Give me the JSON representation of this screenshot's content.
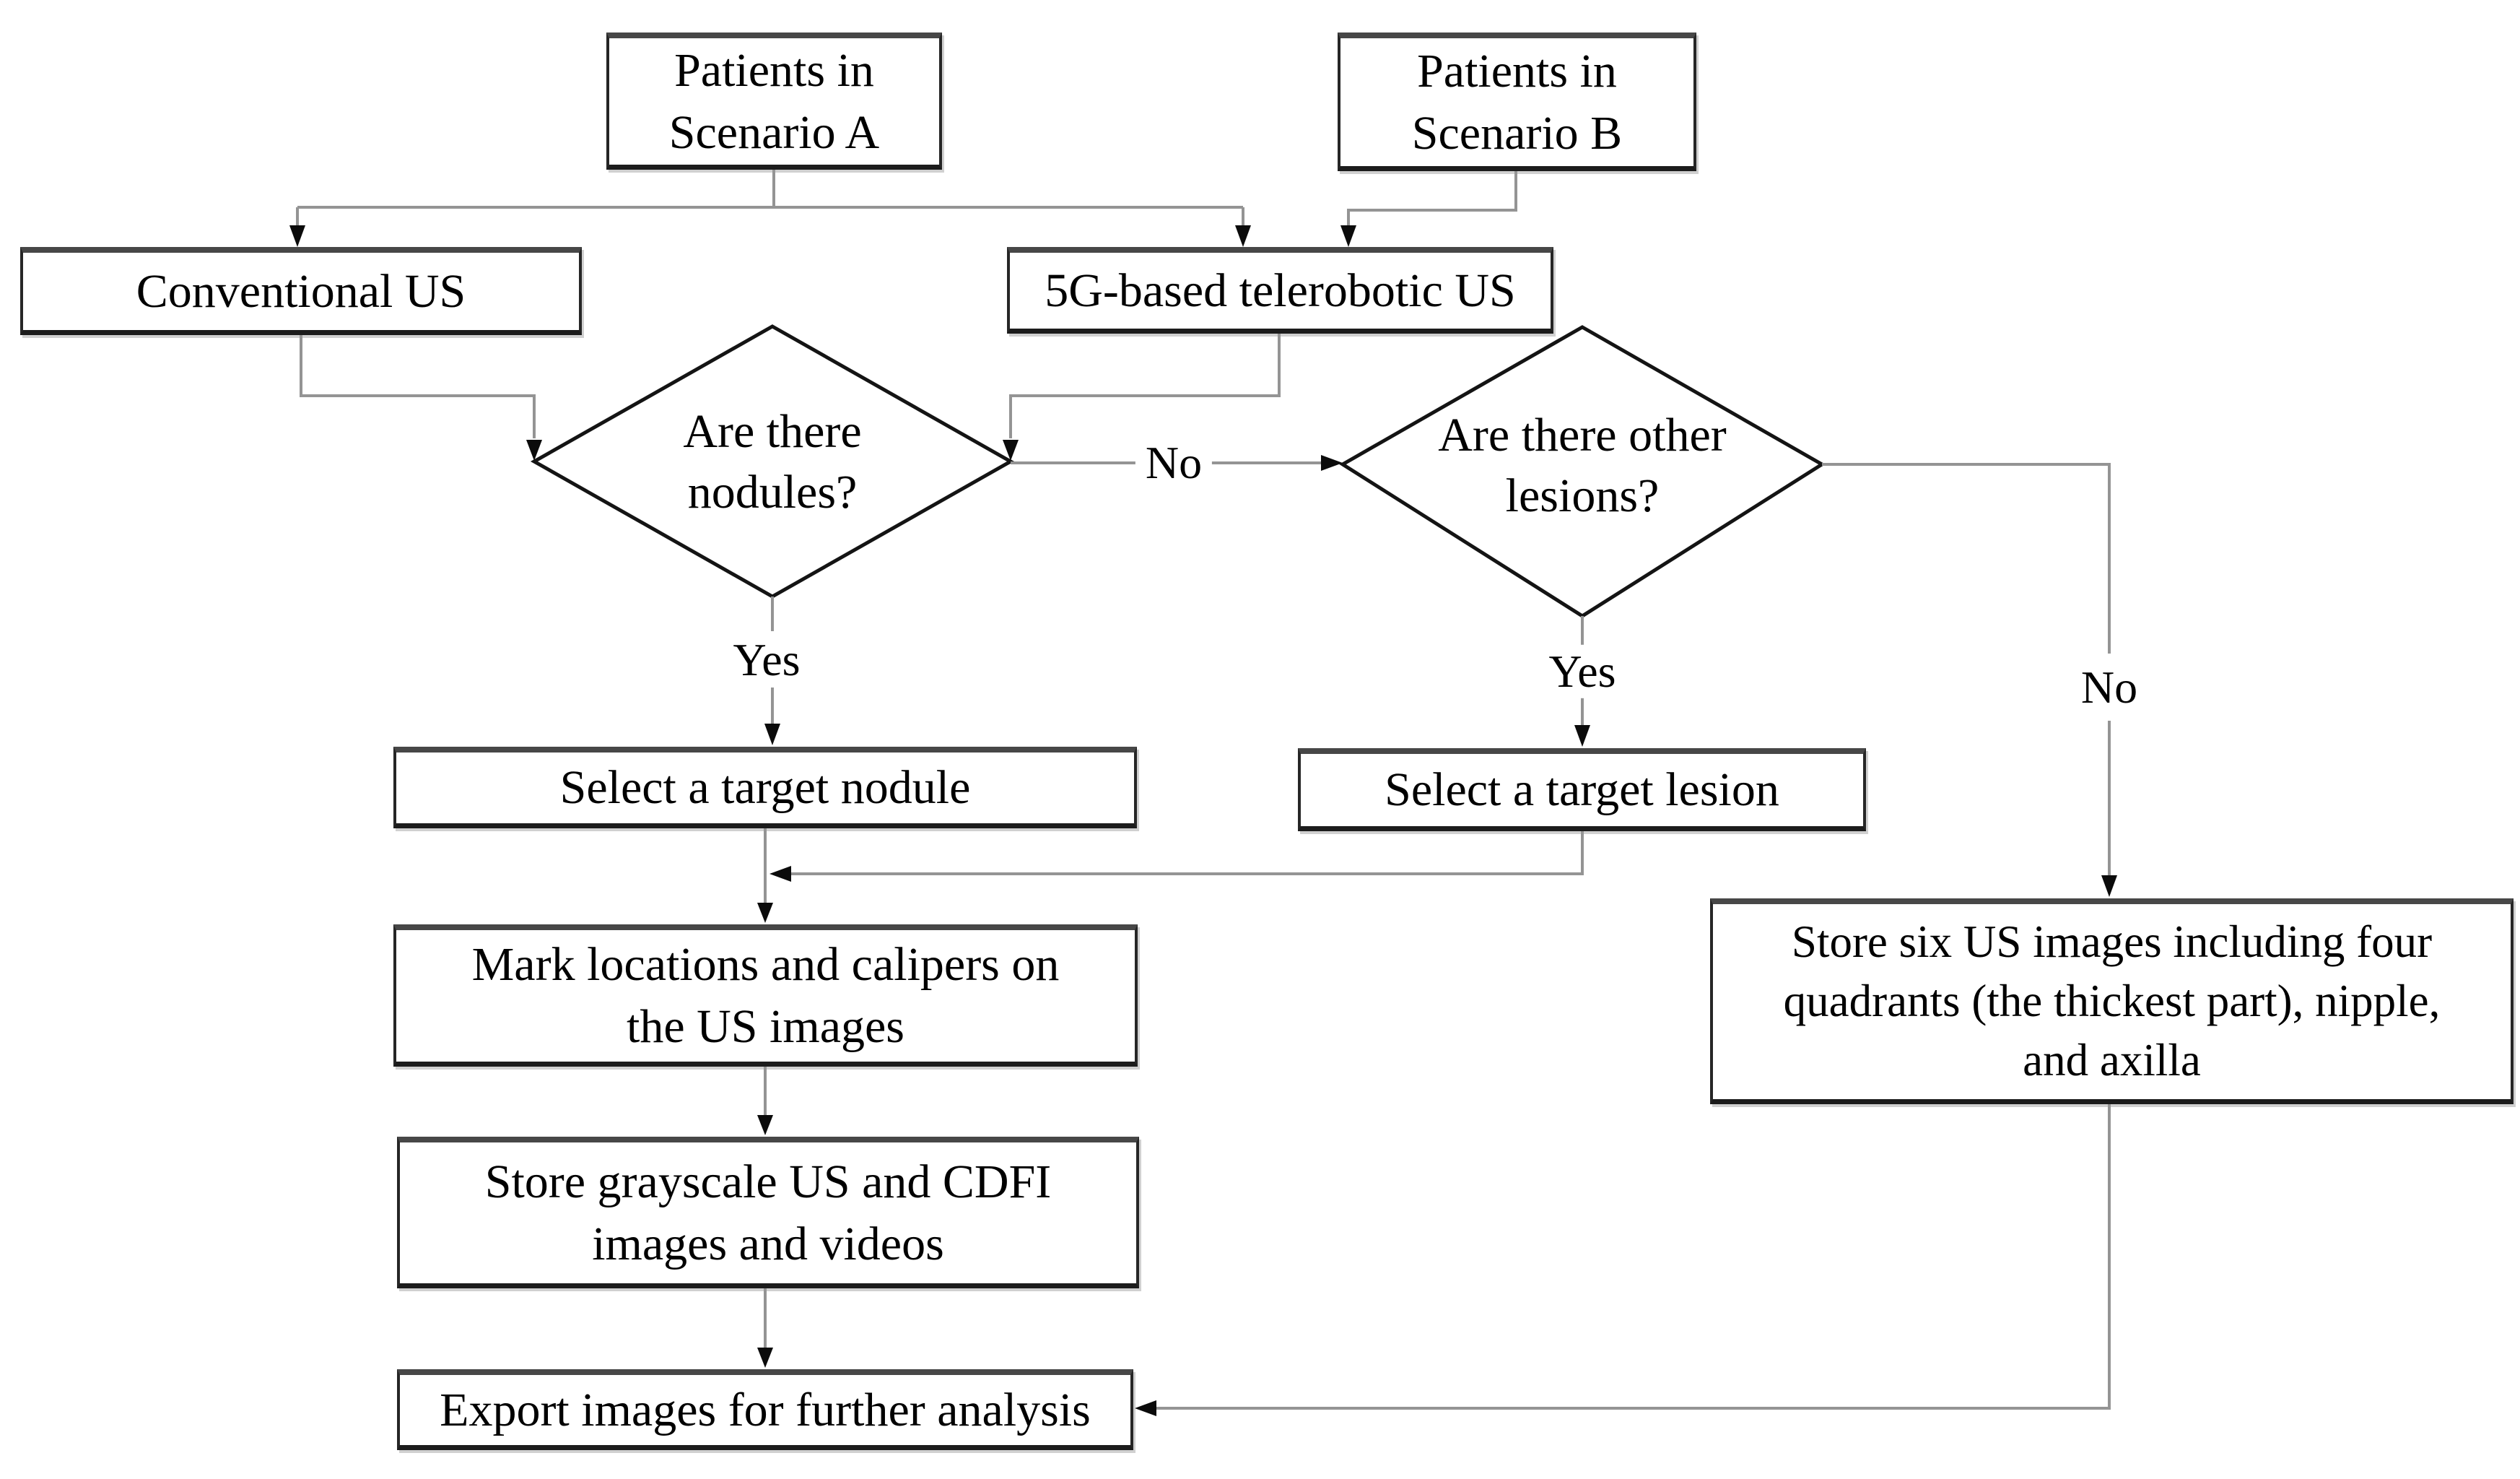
{
  "figure": {
    "type": "flowchart",
    "colors": {
      "background": "#ffffff",
      "connector": "#949494",
      "arrowhead": "#0b0b0b",
      "node_border": "#262626",
      "node_fill": "#ffffff",
      "text": "#000000"
    },
    "nodes": {
      "scenario_a": {
        "shape": "rect",
        "label": "Patients in\nScenario A"
      },
      "scenario_b": {
        "shape": "rect",
        "label": "Patients in\nScenario B"
      },
      "conventional_us": {
        "shape": "rect",
        "label": "Conventional US"
      },
      "telerobotic_us": {
        "shape": "rect",
        "label": "5G-based telerobotic US"
      },
      "nodules_decision": {
        "shape": "diamond",
        "label": "Are there\nnodules?"
      },
      "lesions_decision": {
        "shape": "diamond",
        "label": "Are there other\nlesions?"
      },
      "select_nodule": {
        "shape": "rect",
        "label": "Select a target nodule"
      },
      "select_lesion": {
        "shape": "rect",
        "label": "Select a target lesion"
      },
      "mark_locations": {
        "shape": "rect",
        "label": "Mark locations and calipers on\nthe US images"
      },
      "store_six_images": {
        "shape": "rect",
        "label": "Store six US images including four\nquadrants (the thickest part), nipple,\nand axilla"
      },
      "store_grayscale": {
        "shape": "rect",
        "label": "Store grayscale US and CDFI\nimages and videos"
      },
      "export_images": {
        "shape": "rect",
        "label": "Export images for further analysis"
      }
    },
    "edge_labels": {
      "nodules_yes": "Yes",
      "nodules_no": "No",
      "lesions_yes": "Yes",
      "lesions_no": "No"
    },
    "edges": [
      {
        "from": "scenario_a",
        "to": "conventional_us",
        "label": ""
      },
      {
        "from": "scenario_a",
        "to": "telerobotic_us",
        "label": ""
      },
      {
        "from": "scenario_b",
        "to": "telerobotic_us",
        "label": ""
      },
      {
        "from": "conventional_us",
        "to": "nodules_decision",
        "label": ""
      },
      {
        "from": "telerobotic_us",
        "to": "nodules_decision",
        "label": ""
      },
      {
        "from": "nodules_decision",
        "to": "select_nodule",
        "label": "Yes"
      },
      {
        "from": "nodules_decision",
        "to": "lesions_decision",
        "label": "No"
      },
      {
        "from": "lesions_decision",
        "to": "select_lesion",
        "label": "Yes"
      },
      {
        "from": "lesions_decision",
        "to": "store_six_images",
        "label": "No"
      },
      {
        "from": "select_nodule",
        "to": "mark_locations",
        "label": ""
      },
      {
        "from": "select_lesion",
        "to": "mark_locations",
        "label": ""
      },
      {
        "from": "mark_locations",
        "to": "store_grayscale",
        "label": ""
      },
      {
        "from": "store_grayscale",
        "to": "export_images",
        "label": ""
      },
      {
        "from": "store_six_images",
        "to": "export_images",
        "label": ""
      }
    ]
  }
}
